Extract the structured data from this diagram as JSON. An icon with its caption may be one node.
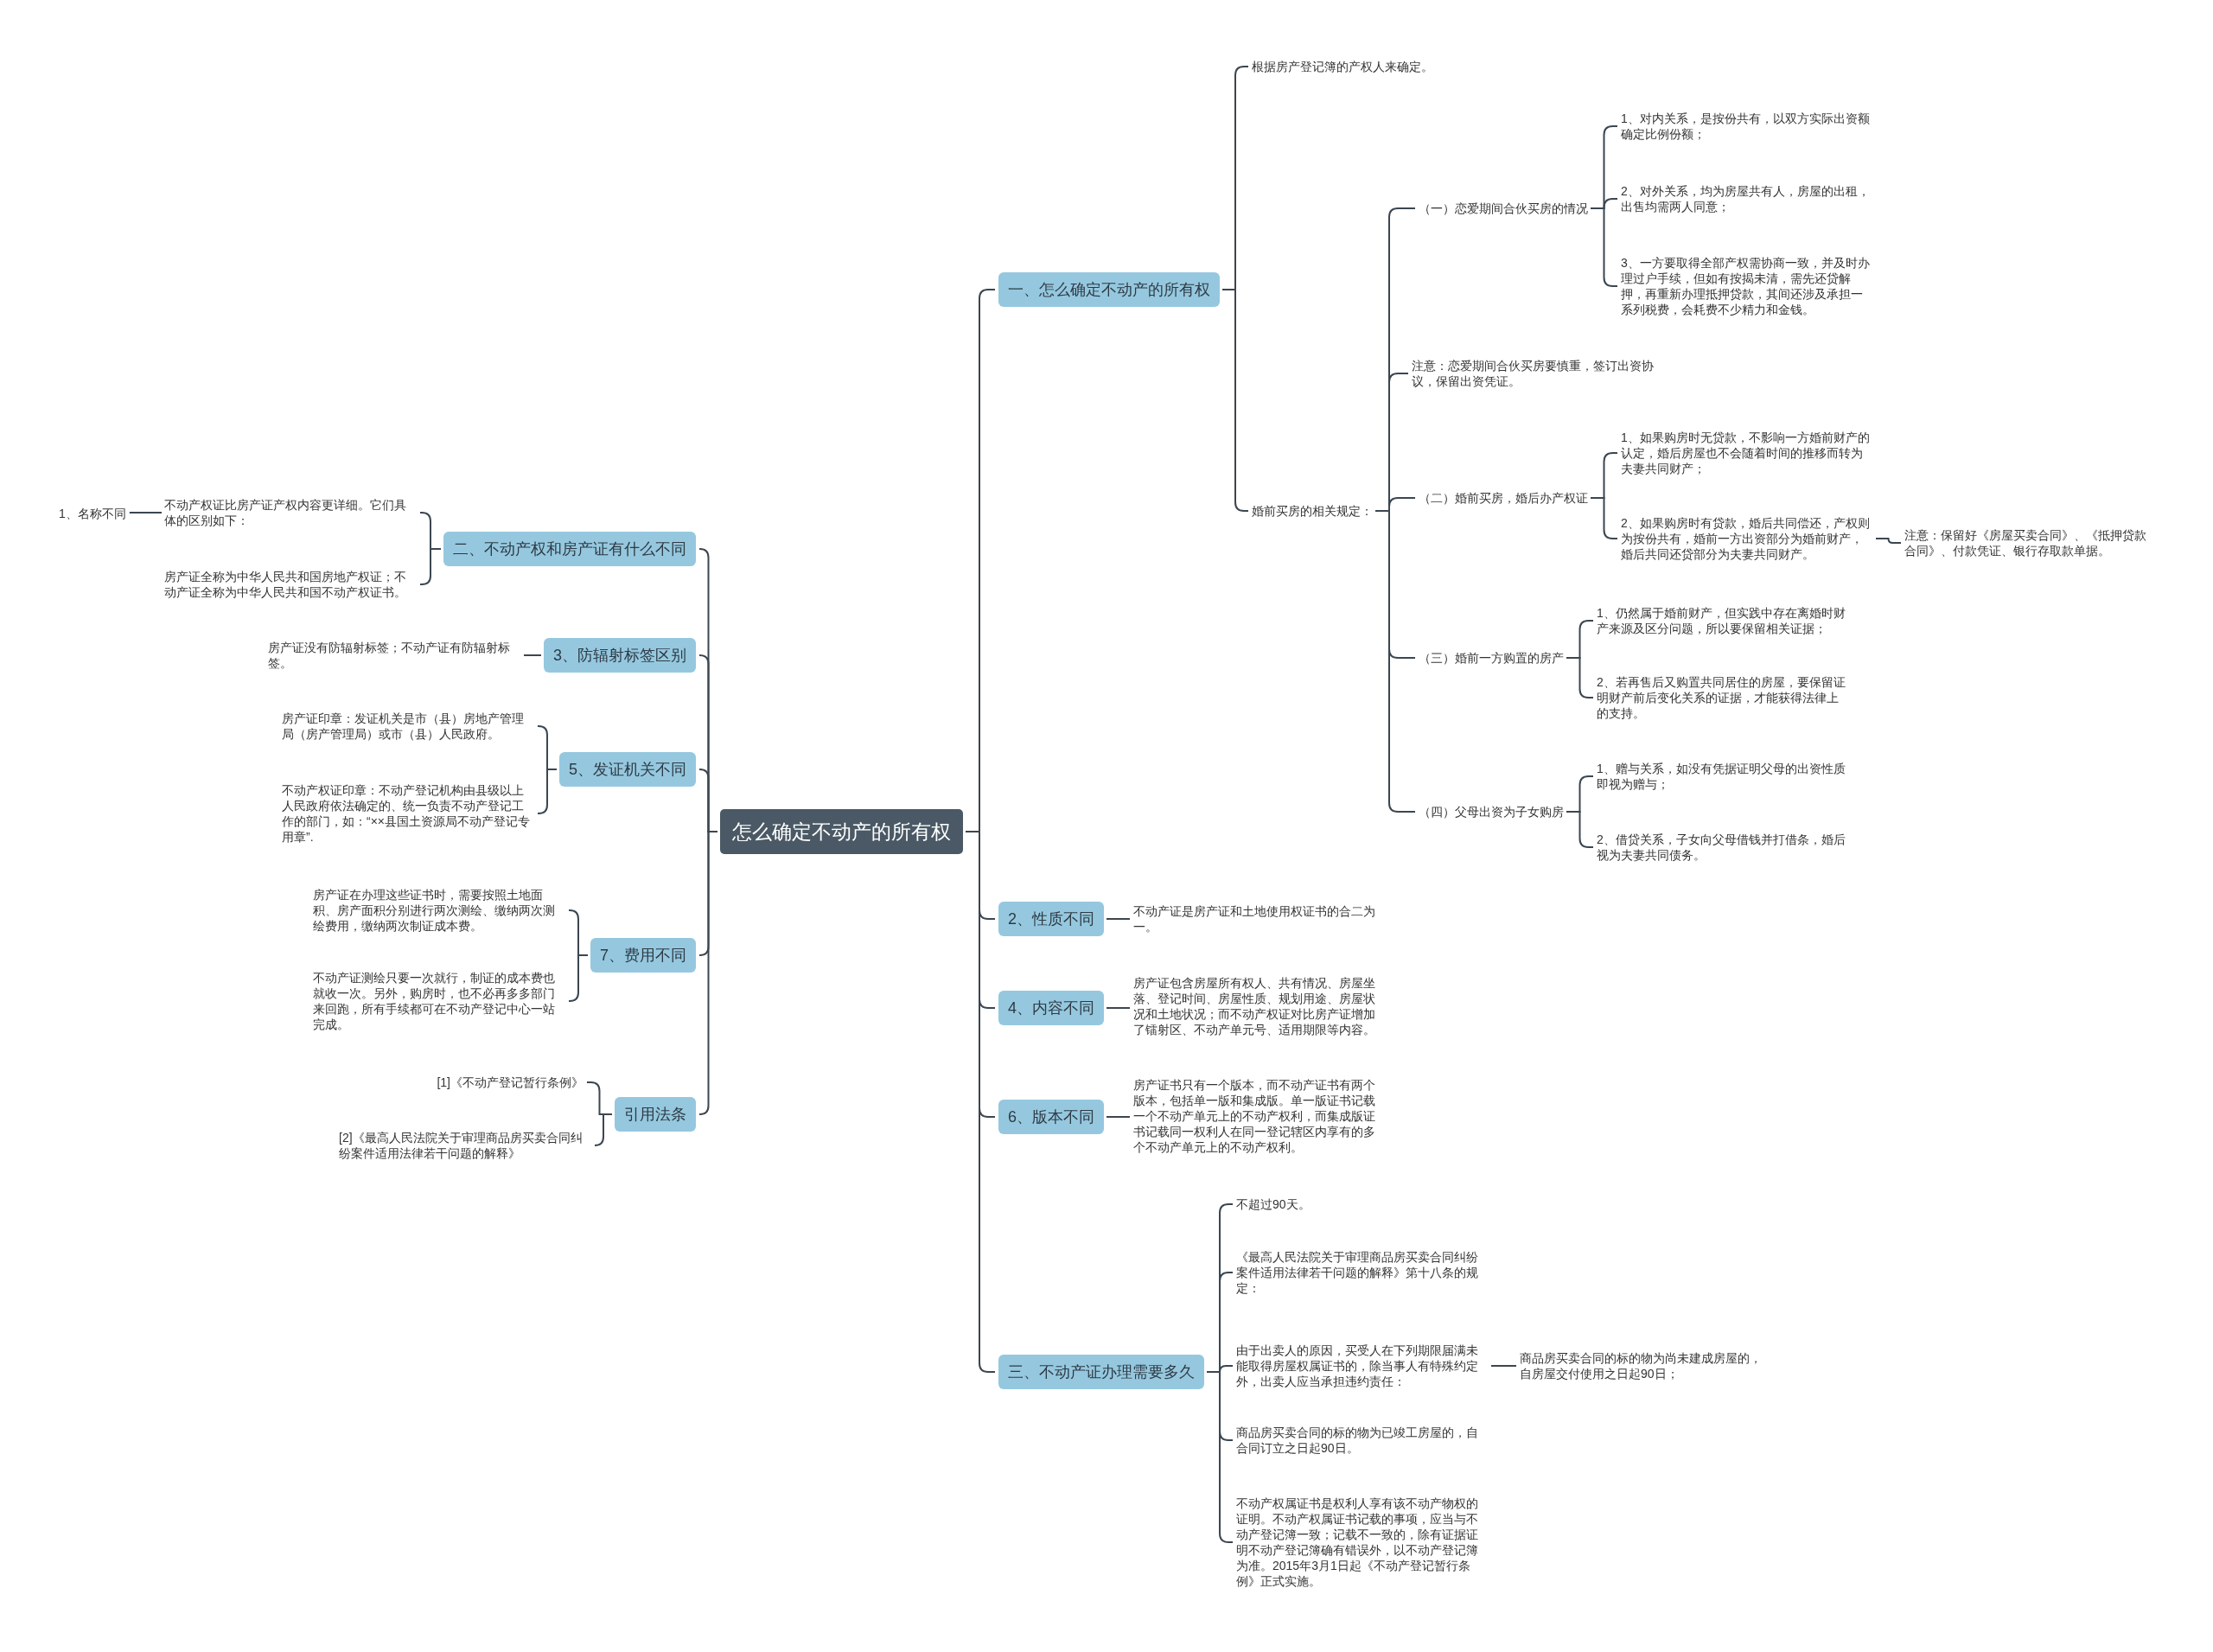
{
  "diagram": {
    "nodes": [
      {
        "text": [
          "怎么确定不动产的所有权"
        ]
      },
      {
        "text": [
          "一、怎么确定不动产的所有权"
        ]
      },
      {
        "text": [
          "根据房产登记簿的产权人来确定。"
        ]
      },
      {
        "text": [
          "婚前买房的相关规定："
        ]
      },
      {
        "text": [
          "（一）恋爱期间合伙买房的情况"
        ]
      },
      {
        "text": [
          "1、对内关系，是按份共有，以双方实际出资额确定比例份额；"
        ]
      },
      {
        "text": [
          "2、对外关系，均为房屋共有人，房屋的出租，出售均需两人同意；"
        ]
      },
      {
        "text": [
          "3、一方要取得全部产权需协商一致，并及时办理过户手续，但如有按揭未清，需先还贷解押，再重新办理抵押贷款，其间还涉及承担一系列税费，会耗费不少精力和金钱。"
        ]
      },
      {
        "text": [
          "注意：恋爱期间合伙买房要慎重，签订出资协议，保留出资凭证。"
        ]
      },
      {
        "text": [
          "（二）婚前买房，婚后办产权证"
        ]
      },
      {
        "text": [
          "1、如果购房时无贷款，不影响一方婚前财产的认定，婚后房屋也不会随着时间的推移而转为夫妻共同财产；"
        ]
      },
      {
        "text": [
          "2、如果购房时有贷款，婚后共同偿还，产权则为按份共有，婚前一方出资部分为婚前财产，婚后共同还贷部分为夫妻共同财产。"
        ]
      },
      {
        "text": [
          "注意：保留好《房屋买卖合同》、《抵押贷款合同》、付款凭证、银行存取款单据。"
        ]
      },
      {
        "text": [
          "（三）婚前一方购置的房产"
        ]
      },
      {
        "text": [
          "1、仍然属于婚前财产，但实践中存在离婚时财产来源及区分问题，所以要保留相关证据；"
        ]
      },
      {
        "text": [
          "2、若再售后又购置共同居住的房屋，要保留证明财产前后变化关系的证据，才能获得法律上的支持。"
        ]
      },
      {
        "text": [
          "（四）父母出资为子女购房"
        ]
      },
      {
        "text": [
          "1、赠与关系，如没有凭据证明父母的出资性质即视为赠与；"
        ]
      },
      {
        "text": [
          "2、借贷关系，子女向父母借钱并打借条，婚后视为夫妻共同债务。"
        ]
      },
      {
        "text": [
          "2、性质不同"
        ]
      },
      {
        "text": [
          "不动产证是房产证和土地使用权证书的合二为一。"
        ]
      },
      {
        "text": [
          "4、内容不同"
        ]
      },
      {
        "text": [
          "房产证包含房屋所有权人、共有情况、房屋坐落、登记时间、房屋性质、规划用途、房屋状况和土地状况；而不动产权证对比房产证增加了镭射区、不动产单元号、适用期限等内容。"
        ]
      },
      {
        "text": [
          "6、版本不同"
        ]
      },
      {
        "text": [
          "房产证书只有一个版本，而不动产证书有两个版本，包括单一版和集成版。单一版证书记载一个不动产单元上的不动产权利，而集成版证书记载同一权利人在同一登记辖区内享有的多个不动产单元上的不动产权利。"
        ]
      },
      {
        "text": [
          "三、不动产证办理需要多久"
        ]
      },
      {
        "text": [
          "不超过90天。"
        ]
      },
      {
        "text": [
          "《最高人民法院关于审理商品房买卖合同纠纷案件适用法律若干问题的解释》第十八条的规定："
        ]
      },
      {
        "text": [
          "由于出卖人的原因，买受人在下列期限届满未能取得房屋权属证书的，除当事人有特殊约定外，出卖人应当承担违约责任："
        ]
      },
      {
        "text": [
          "商品房买卖合同的标的物为尚未建成房屋的，自房屋交付使用之日起90日；"
        ]
      },
      {
        "text": [
          "商品房买卖合同的标的物为已竣工房屋的，自合同订立之日起90日。"
        ]
      },
      {
        "text": [
          "不动产权属证书是权利人享有该不动产物权的证明。不动产权属证书记载的事项，应当与不动产登记簿一致；记载不一致的，除有证据证明不动产登记簿确有错误外，以不动产登记簿为准。2015年3月1日起《不动产登记暂行条例》正式实施。"
        ]
      },
      {
        "text": [
          "二、不动产权和房产证有什么不同"
        ]
      },
      {
        "text": [
          "不动产权证比房产证产权内容更详细。它们具体的区别如下："
        ]
      },
      {
        "text": [
          "1、名称不同"
        ]
      },
      {
        "text": [
          "房产证全称为中华人民共和国房地产权证；不动产证全称为中华人民共和国不动产权证书。"
        ]
      },
      {
        "text": [
          "3、防辐射标签区别"
        ]
      },
      {
        "text": [
          "房产证没有防辐射标签；不动产证有防辐射标签。"
        ]
      },
      {
        "text": [
          "5、发证机关不同"
        ]
      },
      {
        "text": [
          "房产证印章：发证机关是市（县）房地产管理局（房产管理局）或市（县）人民政府。"
        ]
      },
      {
        "text": [
          "不动产权证印章：不动产登记机构由县级以上人民政府依法确定的、统一负责不动产登记工作的部门，如：“××县国土资源局不动产登记专用章”."
        ]
      },
      {
        "text": [
          "7、费用不同"
        ]
      },
      {
        "text": [
          "房产证在办理这些证书时，需要按照土地面积、房产面积分别进行两次测绘、缴纳两次测绘费用，缴纳两次制证成本费。"
        ]
      },
      {
        "text": [
          "不动产证测绘只要一次就行，制证的成本费也就收一次。另外，购房时，也不必再多多部门来回跑，所有手续都可在不动产登记中心一站完成。"
        ]
      },
      {
        "text": [
          "引用法条"
        ]
      },
      {
        "text": [
          "[1]《不动产登记暂行条例》"
        ]
      },
      {
        "text": [
          "[2]《最高人民法院关于审理商品房买卖合同纠纷案件适用法律若干问题的解释》"
        ]
      }
    ],
    "edges": [
      {
        "from": 0,
        "to": 1,
        "arrow": "none"
      },
      {
        "from": 1,
        "to": 2,
        "arrow": "none"
      },
      {
        "from": 1,
        "to": 3,
        "arrow": "none"
      },
      {
        "from": 3,
        "to": 4,
        "arrow": "none"
      },
      {
        "from": 4,
        "to": 5,
        "arrow": "none"
      },
      {
        "from": 4,
        "to": 6,
        "arrow": "none"
      },
      {
        "from": 4,
        "to": 7,
        "arrow": "none"
      },
      {
        "from": 3,
        "to": 8,
        "arrow": "none"
      },
      {
        "from": 3,
        "to": 9,
        "arrow": "none"
      },
      {
        "from": 9,
        "to": 10,
        "arrow": "none"
      },
      {
        "from": 9,
        "to": 11,
        "arrow": "none"
      },
      {
        "from": 11,
        "to": 12,
        "arrow": "none"
      },
      {
        "from": 3,
        "to": 13,
        "arrow": "none"
      },
      {
        "from": 13,
        "to": 14,
        "arrow": "none"
      },
      {
        "from": 13,
        "to": 15,
        "arrow": "none"
      },
      {
        "from": 3,
        "to": 16,
        "arrow": "none"
      },
      {
        "from": 16,
        "to": 17,
        "arrow": "none"
      },
      {
        "from": 16,
        "to": 18,
        "arrow": "none"
      },
      {
        "from": 0,
        "to": 19,
        "arrow": "none"
      },
      {
        "from": 19,
        "to": 20,
        "arrow": "none"
      },
      {
        "from": 0,
        "to": 21,
        "arrow": "none"
      },
      {
        "from": 21,
        "to": 22,
        "arrow": "none"
      },
      {
        "from": 0,
        "to": 23,
        "arrow": "none"
      },
      {
        "from": 23,
        "to": 24,
        "arrow": "none"
      },
      {
        "from": 0,
        "to": 25,
        "arrow": "none"
      },
      {
        "from": 25,
        "to": 26,
        "arrow": "none"
      },
      {
        "from": 25,
        "to": 27,
        "arrow": "none"
      },
      {
        "from": 25,
        "to": 28,
        "arrow": "none"
      },
      {
        "from": 28,
        "to": 29,
        "arrow": "none"
      },
      {
        "from": 25,
        "to": 30,
        "arrow": "none"
      },
      {
        "from": 25,
        "to": 31,
        "arrow": "none"
      },
      {
        "from": 0,
        "to": 32,
        "arrow": "none"
      },
      {
        "from": 32,
        "to": 33,
        "arrow": "none"
      },
      {
        "from": 33,
        "to": 34,
        "arrow": "none"
      },
      {
        "from": 32,
        "to": 35,
        "arrow": "none"
      },
      {
        "from": 0,
        "to": 36,
        "arrow": "none"
      },
      {
        "from": 36,
        "to": 37,
        "arrow": "none"
      },
      {
        "from": 0,
        "to": 38,
        "arrow": "none"
      },
      {
        "from": 38,
        "to": 39,
        "arrow": "none"
      },
      {
        "from": 38,
        "to": 40,
        "arrow": "none"
      },
      {
        "from": 0,
        "to": 41,
        "arrow": "none"
      },
      {
        "from": 41,
        "to": 42,
        "arrow": "none"
      },
      {
        "from": 41,
        "to": 43,
        "arrow": "none"
      },
      {
        "from": 0,
        "to": 44,
        "arrow": "none"
      },
      {
        "from": 44,
        "to": 45,
        "arrow": "none"
      },
      {
        "from": 44,
        "to": 46,
        "arrow": "none"
      }
    ]
  }
}
